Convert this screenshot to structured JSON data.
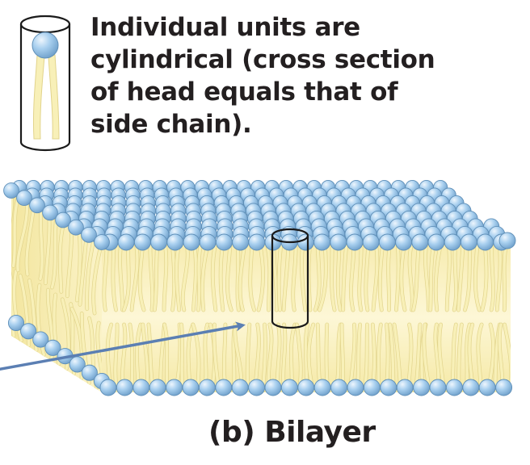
{
  "caption": {
    "lines": [
      "Individual units are",
      "cylindrical (cross section",
      "of head equals that of",
      "side chain)."
    ]
  },
  "figure_label": "(b) Bilayer",
  "colors": {
    "head_fill": "#8fbfe6",
    "head_highlight": "#e6f2fc",
    "head_stroke": "#5f8fb8",
    "tail_fill": "#f8f0b8",
    "tail_stroke": "#e2d48c",
    "core_fill": "#fbf2c2",
    "outline": "#1a1a1a",
    "arrow": "#5b7fb3",
    "text": "#231f20"
  },
  "icons": {
    "unit_icon": "cylinder-lipid-icon",
    "highlight": "cylinder-outline-icon",
    "pointer": "arrow-icon"
  }
}
